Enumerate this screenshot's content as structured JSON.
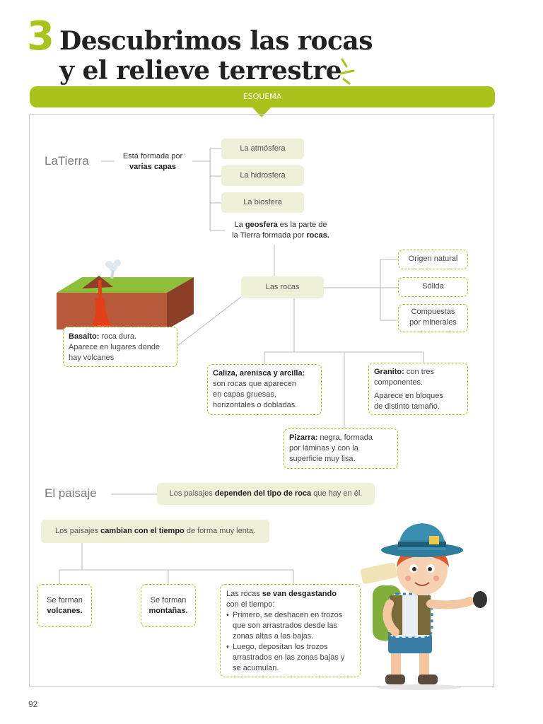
{
  "unit_number": "3",
  "title_line1": "Descubrimos las rocas",
  "title_line2": "y el relieve terrestre",
  "banner_label": "ESQUEMA",
  "tierra": {
    "heading": "LaTierra",
    "formada_text": "Está formada por",
    "formada_bold": "varias capas",
    "layers": [
      "La atmósfera",
      "La hidrosfera",
      "La biosfera"
    ],
    "geosfera_p1": "La",
    "geosfera_bold": "geosfera",
    "geosfera_p2": "es la parte de",
    "geosfera_p3": "la Tierra formada por",
    "geosfera_bold2": "rocas."
  },
  "rocas": {
    "center": "Las rocas",
    "props": [
      "Origen natural",
      "Sólida",
      "Compuestas",
      "por minerales"
    ],
    "basalto_bold": "Basalto:",
    "basalto_text1": "roca dura.",
    "basalto_text2": "Aparece en lugares donde",
    "basalto_text3": "hay volcanes",
    "caliza_bold": "Caliza, arenisca y arcilla:",
    "caliza_lines": [
      "son rocas que aparecen",
      "en capas gruesas,",
      "horizontales o dobladas."
    ],
    "granito_bold": "Granito:",
    "granito_text1": "con tres",
    "granito_lines": [
      "componentes.",
      "Aparece en bloques",
      "de distinto tamaño."
    ],
    "pizarra_bold": "Pizarra:",
    "pizarra_text1": "negra, formada",
    "pizarra_lines": [
      "por láminas y con la",
      "superficie muy lisa."
    ]
  },
  "paisaje": {
    "heading": "El paisaje",
    "box1_p1": "Los paisajes",
    "box1_bold": "dependen del tipo de roca",
    "box1_p2": "que hay en él.",
    "box2_p1": "Los paisajes",
    "box2_bold": "cambian con el tiempo",
    "box2_p2": "de forma muy lenta.",
    "volcanes_p": "Se forman",
    "volcanes_bold": "volcanes.",
    "montanas_p": "Se forman",
    "montanas_bold": "montañas.",
    "desgaste_p1": "Las rocas",
    "desgaste_bold": "se van desgastando",
    "desgaste_p2": "con el tiempo:",
    "bullet1": [
      "Primero, se deshacen en trozos",
      "que son arrastrados desde las",
      "zonas altas a las bajas."
    ],
    "bullet2": [
      "Luego, depositan los trozos",
      "arrastrados en las zonas bajas y",
      "se acumulan."
    ]
  },
  "page_number": "92",
  "colors": {
    "accent": "#a9c21c",
    "box_fill": "#eef0d7"
  }
}
